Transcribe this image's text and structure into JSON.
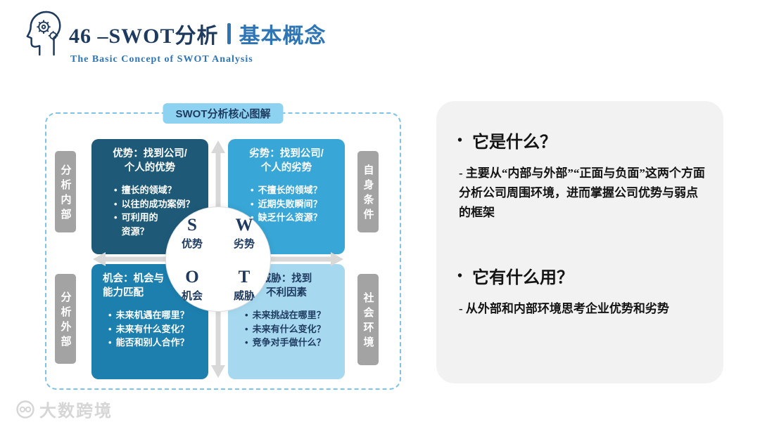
{
  "header": {
    "title_main": "46 –SWOT分析",
    "title_highlight": "基本概念",
    "subtitle": "The Basic Concept of  SWOT Analysis"
  },
  "diagram": {
    "badge": "SWOT分析核心图解",
    "marker": "•",
    "side_labels": {
      "inner": "分析内部",
      "outer": "分析外部",
      "self": "自身条件",
      "social": "社会环境"
    },
    "quadrants": {
      "strengths": {
        "title": "优势：找到公司/\n个人的优势",
        "bullets": [
          "擅长的领域？",
          "以往的成功案例？",
          "可利用的\n资源？"
        ]
      },
      "weaknesses": {
        "title": "劣势：找到公司/\n个人的劣势",
        "bullets": [
          "不擅长的领域？",
          "近期失败瞬间？",
          "缺乏什么资源？"
        ]
      },
      "opportunities": {
        "title": "机会：机会与\n能力匹配",
        "bullets": [
          "未来机遇在哪里？",
          "未来有什么变化？",
          "能否和别人合作？"
        ]
      },
      "threats": {
        "title": "威胁：找到\n不利因素",
        "bullets": [
          "未来挑战在哪里？",
          "未来有什么变化？",
          "竞争对手做什么？"
        ]
      }
    },
    "center": [
      {
        "letter": "S",
        "label": "优势"
      },
      {
        "letter": "W",
        "label": "劣势"
      },
      {
        "letter": "O",
        "label": "机会"
      },
      {
        "letter": "T",
        "label": "威胁"
      }
    ]
  },
  "panel": {
    "marker": "•",
    "q1": "它是什么？",
    "a1": "- 主要从“内部与外部”“正面与负面”这两个方面分析公司周围环境，进而掌握公司优势与弱点的框架",
    "q2": "它有什么用？",
    "a2": "- 从外部和内部环境思考企业优势和劣势"
  },
  "watermark": {
    "text": "大数跨境"
  },
  "colors": {
    "navy": "#1e3a5f",
    "blue": "#2e75b6",
    "quad_strengths": "#1e5a78",
    "quad_weaknesses": "#38a6d6",
    "quad_opportunities": "#1c7fae",
    "quad_threats": "#a6d9f0",
    "label_gray": "#a3a3a3",
    "badge_bg": "#8dd2f0",
    "panel_bg": "#f2f2f2"
  }
}
